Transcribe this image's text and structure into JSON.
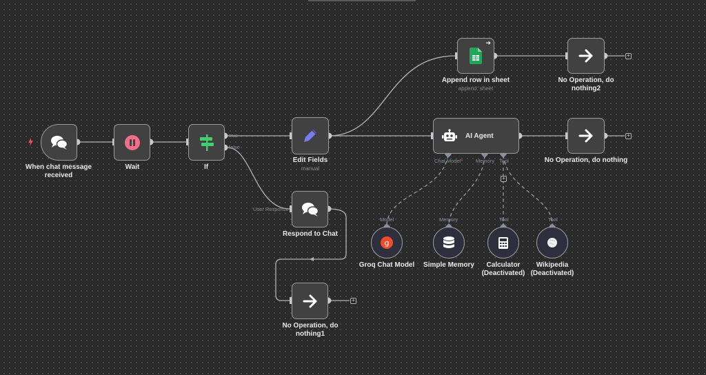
{
  "canvas": {
    "nodes": {
      "trigger": {
        "title": "When chat message received",
        "title_lines": [
          "When chat message",
          "received"
        ],
        "icon": "chat-bubbles-icon"
      },
      "wait": {
        "title": "Wait",
        "icon": "pause-icon",
        "icon_color": "#f0708c"
      },
      "if": {
        "title": "If",
        "icon": "signpost-icon",
        "icon_color": "#3ecf6e",
        "outputs": {
          "true": "true",
          "false": "false"
        }
      },
      "edit_fields": {
        "title": "Edit Fields",
        "subtitle": "manual",
        "icon": "pencil-icon",
        "icon_color": "#7a7cf5"
      },
      "append_row": {
        "title": "Append row in sheet",
        "subtitle": "append: sheet",
        "icon": "google-sheets-icon",
        "icon_color": "#23a55a"
      },
      "noop2": {
        "title": "No Operation, do nothing2",
        "title_lines": [
          "No Operation, do",
          "nothing2"
        ],
        "icon": "arrow-right-icon"
      },
      "ai_agent": {
        "title": "AI Agent",
        "icon": "robot-icon",
        "ports": {
          "chat_model": "Chat Model",
          "chat_model_required": "*",
          "memory": "Memory",
          "tool": "Tool"
        }
      },
      "noop": {
        "title": "No Operation, do nothing",
        "icon": "arrow-right-icon"
      },
      "respond": {
        "title": "Respond to Chat",
        "input_label": "User Response",
        "icon": "chat-bubbles-icon"
      },
      "noop1": {
        "title": "No Operation, do nothing1",
        "title_lines": [
          "No Operation, do",
          "nothing1"
        ],
        "icon": "arrow-right-icon"
      },
      "groq": {
        "title": "Groq Chat Model",
        "port": "Model",
        "icon": "groq-icon",
        "icon_color": "#f04a2a"
      },
      "memory": {
        "title": "Simple Memory",
        "port": "Memory",
        "icon": "database-icon"
      },
      "calculator": {
        "title": "Calculator (Deactivated)",
        "title_lines": [
          "Calculator",
          "(Deactivated)"
        ],
        "port": "Tool",
        "icon": "calculator-icon"
      },
      "wikipedia": {
        "title": "Wikipedia (Deactivated)",
        "title_lines": [
          "Wikipedia",
          "(Deactivated)"
        ],
        "port": "Tool",
        "icon": "wikipedia-icon"
      }
    },
    "colors": {
      "background": "#2a2a2a",
      "node": "#414141",
      "edge": "#b4b4b8",
      "trigger_bolt": "#e0554f"
    }
  }
}
